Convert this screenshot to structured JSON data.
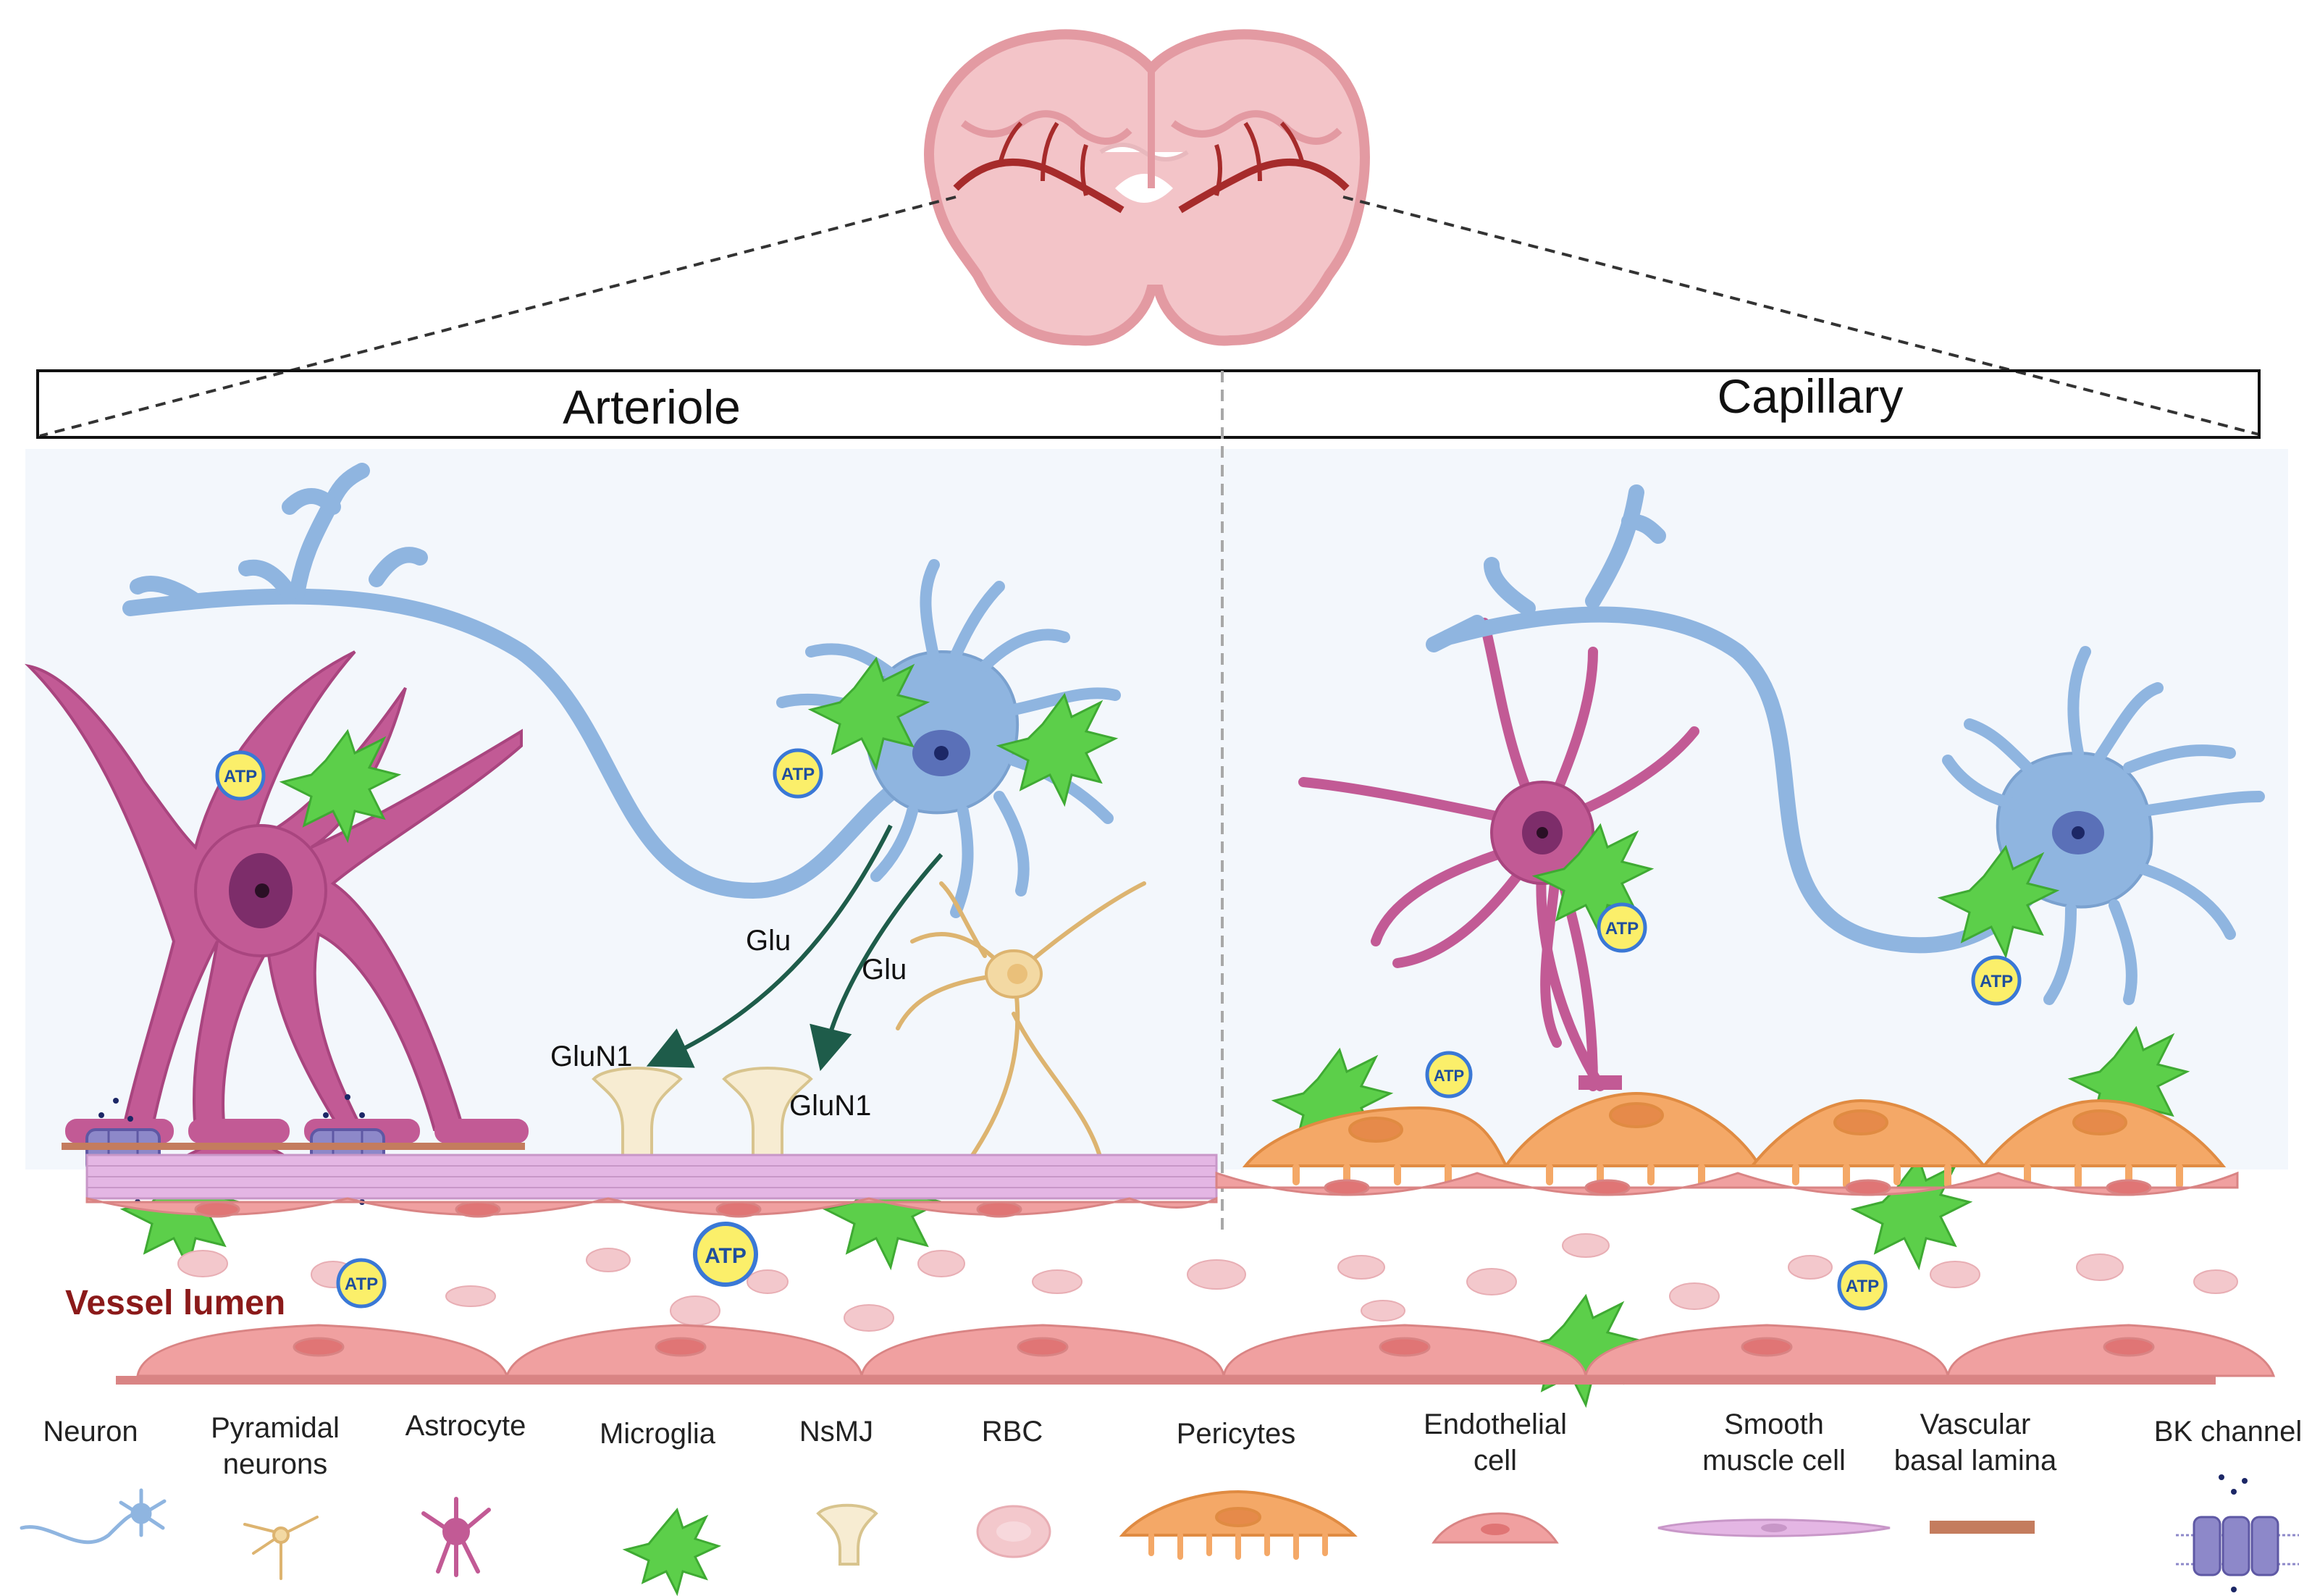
{
  "panels": {
    "left_title": "Arteriole",
    "right_title": "Capillary"
  },
  "labels": {
    "glu_1": "Glu",
    "glu_2": "Glu",
    "glun1_1": "GluN1",
    "glun1_2": "GluN1",
    "vessel_lumen": "Vessel lumen",
    "atp": "ATP"
  },
  "legend": [
    {
      "id": "neuron",
      "lines": [
        "Neuron"
      ]
    },
    {
      "id": "pyramidal",
      "lines": [
        "Pyramidal",
        "neurons"
      ]
    },
    {
      "id": "astrocyte",
      "lines": [
        "Astrocyte"
      ]
    },
    {
      "id": "microglia",
      "lines": [
        "Microglia"
      ]
    },
    {
      "id": "nsmj",
      "lines": [
        "NsMJ"
      ]
    },
    {
      "id": "rbc",
      "lines": [
        "RBC"
      ]
    },
    {
      "id": "pericytes",
      "lines": [
        "Pericytes"
      ]
    },
    {
      "id": "endothelial",
      "lines": [
        "Endothelial",
        "cell"
      ]
    },
    {
      "id": "smooth",
      "lines": [
        "Smooth",
        "muscle cell"
      ]
    },
    {
      "id": "lamina",
      "lines": [
        "Vascular",
        "basal lamina"
      ]
    },
    {
      "id": "bk",
      "lines": [
        "BK channel"
      ]
    }
  ],
  "colors": {
    "neuron": "#8fb5e0",
    "astrocyte": "#c25a95",
    "microglia": "#5ccf4a",
    "pyramidal": "#ddb470",
    "pericyte": "#f4a867",
    "endothelial": "#f0a0a0",
    "smooth_muscle": "#e4b6e4",
    "rbc": "#f3c8cc",
    "lamina": "#c47c5e",
    "bk": "#8d88c9",
    "atp_fill": "#fbef6a",
    "atp_ring": "#3a78d6",
    "arrow": "#1e5c4a",
    "lumen_text": "#8b1a1a"
  }
}
